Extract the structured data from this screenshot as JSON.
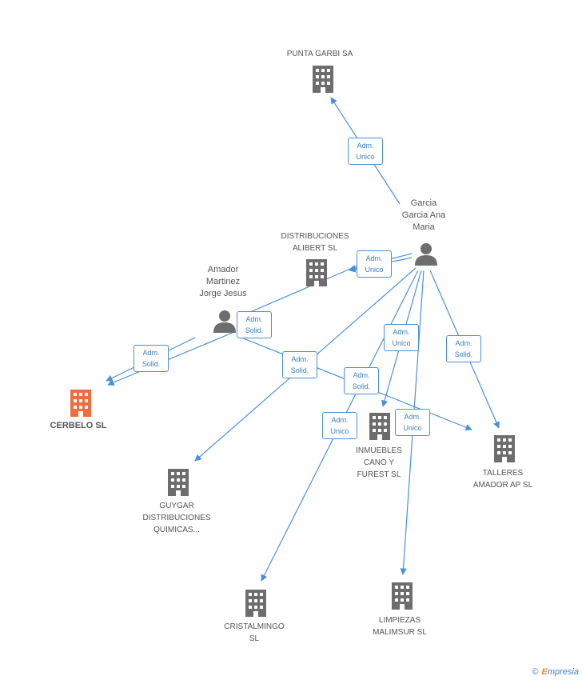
{
  "nodes": {
    "punta_garbi": {
      "label": "PUNTA GARBI SA"
    },
    "garcia": {
      "label": "Garcia\nGarcia Ana\nMaria"
    },
    "distribuciones_alibert": {
      "label": "DISTRIBUCIONES\nALIBERT SL"
    },
    "amador": {
      "label": "Amador\nMartinez\nJorge Jesus"
    },
    "cerbelo": {
      "label": "CERBELO SL"
    },
    "inmuebles": {
      "label": "INMUEBLES\nCANO Y\nFUREST SL"
    },
    "talleres": {
      "label": "TALLERES\nAMADOR AP SL"
    },
    "guygar": {
      "label": "GUYGAR\nDISTRIBUCIONES\nQUIMICAS..."
    },
    "cristalmingo": {
      "label": "CRISTALMINGO\nSL"
    },
    "limpiezas": {
      "label": "LIMPIEZAS\nMALIMSUR SL"
    }
  },
  "edges": [
    {
      "id": "e1",
      "label": "Adm.\nUnico"
    },
    {
      "id": "e2",
      "label": "Adm.\nUnico"
    },
    {
      "id": "e3",
      "label": "Adm.\nSolid."
    },
    {
      "id": "e4",
      "label": "Adm.\nSolid."
    },
    {
      "id": "e5",
      "label": "Adm.\nUnico"
    },
    {
      "id": "e6",
      "label": "Adm.\nSolid."
    },
    {
      "id": "e7",
      "label": "Adm.\nSolid."
    },
    {
      "id": "e8",
      "label": "Adm.\nSolid."
    },
    {
      "id": "e9",
      "label": "Adm.\nUnico"
    },
    {
      "id": "e10",
      "label": "Adm.\nUnico"
    }
  ],
  "colors": {
    "edge": "#4a90d9",
    "building": "#6d6d6d",
    "main_building": "#f26b3a",
    "person": "#6d6d6d"
  },
  "footer": {
    "copyright": "©",
    "brand_first": "E",
    "brand_rest": "mpresia"
  }
}
